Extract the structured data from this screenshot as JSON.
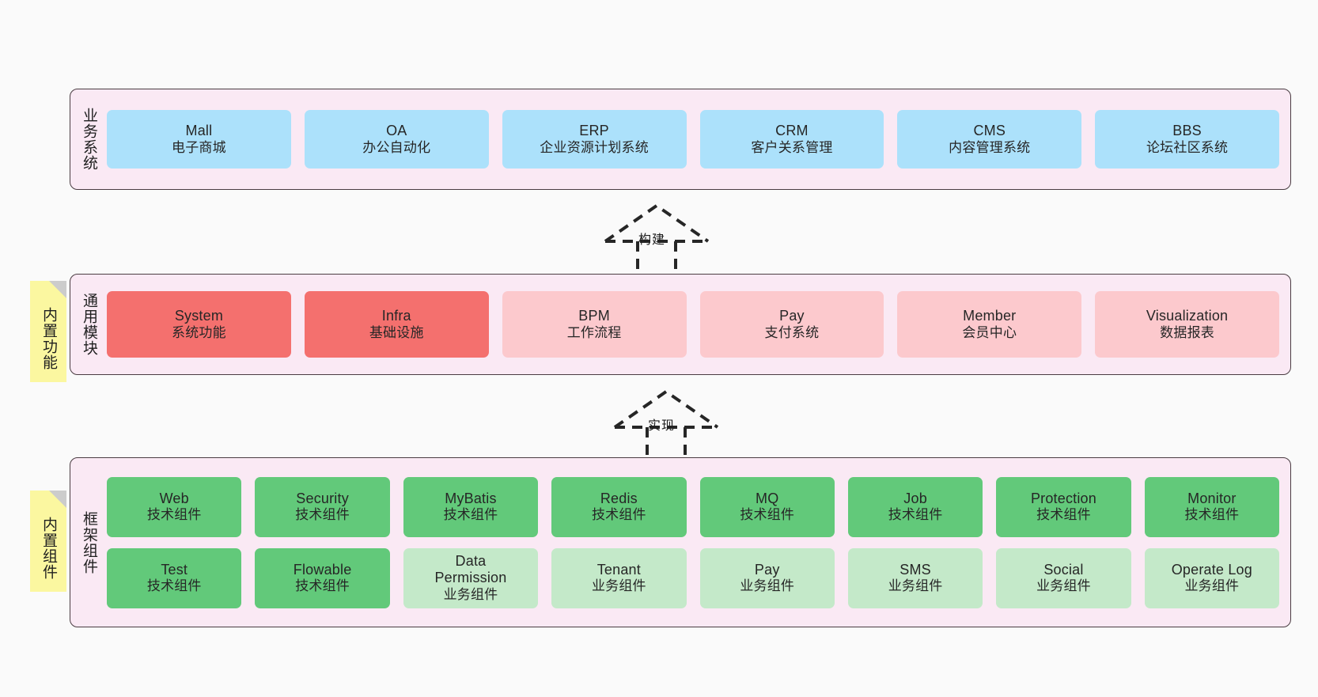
{
  "diagram": {
    "background_color": "#fafafa",
    "panel_color": "#fae9f4",
    "panel_border_color": "#4a3c42",
    "sticky_color": "#fbf7a0"
  },
  "layers": [
    {
      "id": "business-systems",
      "title": "业务系统",
      "cards": [
        {
          "title": "Mall",
          "sub": "电子商城",
          "color": "#ace1fb"
        },
        {
          "title": "OA",
          "sub": "办公自动化",
          "color": "#ace1fb"
        },
        {
          "title": "ERP",
          "sub": "企业资源计划系统",
          "color": "#ace1fb"
        },
        {
          "title": "CRM",
          "sub": "客户关系管理",
          "color": "#ace1fb"
        },
        {
          "title": "CMS",
          "sub": "内容管理系统",
          "color": "#ace1fb"
        },
        {
          "title": "BBS",
          "sub": "论坛社区系统",
          "color": "#ace1fb"
        }
      ]
    },
    {
      "id": "common-modules",
      "title": "通用模块",
      "sticky": "内置功能",
      "cards": [
        {
          "title": "System",
          "sub": "系统功能",
          "color": "#f4706e"
        },
        {
          "title": "Infra",
          "sub": "基础设施",
          "color": "#f4706e"
        },
        {
          "title": "BPM",
          "sub": "工作流程",
          "color": "#fcc9cd"
        },
        {
          "title": "Pay",
          "sub": "支付系统",
          "color": "#fcc9cd"
        },
        {
          "title": "Member",
          "sub": "会员中心",
          "color": "#fcc9cd"
        },
        {
          "title": "Visualization",
          "sub": "数据报表",
          "color": "#fcc9cd"
        }
      ]
    },
    {
      "id": "framework-components",
      "title": "框架组件",
      "sticky": "内置组件",
      "row_top": [
        {
          "title": "Web",
          "sub": "技术组件",
          "color": "#62c97a"
        },
        {
          "title": "Security",
          "sub": "技术组件",
          "color": "#62c97a"
        },
        {
          "title": "MyBatis",
          "sub": "技术组件",
          "color": "#62c97a"
        },
        {
          "title": "Redis",
          "sub": "技术组件",
          "color": "#62c97a"
        },
        {
          "title": "MQ",
          "sub": "技术组件",
          "color": "#62c97a"
        },
        {
          "title": "Job",
          "sub": "技术组件",
          "color": "#62c97a"
        },
        {
          "title": "Protection",
          "sub": "技术组件",
          "color": "#62c97a"
        },
        {
          "title": "Monitor",
          "sub": "技术组件",
          "color": "#62c97a"
        }
      ],
      "row_bottom": [
        {
          "title": "Test",
          "sub": "技术组件",
          "color": "#62c97a"
        },
        {
          "title": "Flowable",
          "sub": "技术组件",
          "color": "#62c97a"
        },
        {
          "title": "Data Permission",
          "sub": "业务组件",
          "color": "#c4e9c9"
        },
        {
          "title": "Tenant",
          "sub": "业务组件",
          "color": "#c4e9c9"
        },
        {
          "title": "Pay",
          "sub": "业务组件",
          "color": "#c4e9c9"
        },
        {
          "title": "SMS",
          "sub": "业务组件",
          "color": "#c4e9c9"
        },
        {
          "title": "Social",
          "sub": "业务组件",
          "color": "#c4e9c9"
        },
        {
          "title": "Operate Log",
          "sub": "业务组件",
          "color": "#c4e9c9"
        }
      ]
    }
  ],
  "connectors": [
    {
      "id": "build",
      "label": "构建"
    },
    {
      "id": "implement",
      "label": "实现"
    }
  ]
}
